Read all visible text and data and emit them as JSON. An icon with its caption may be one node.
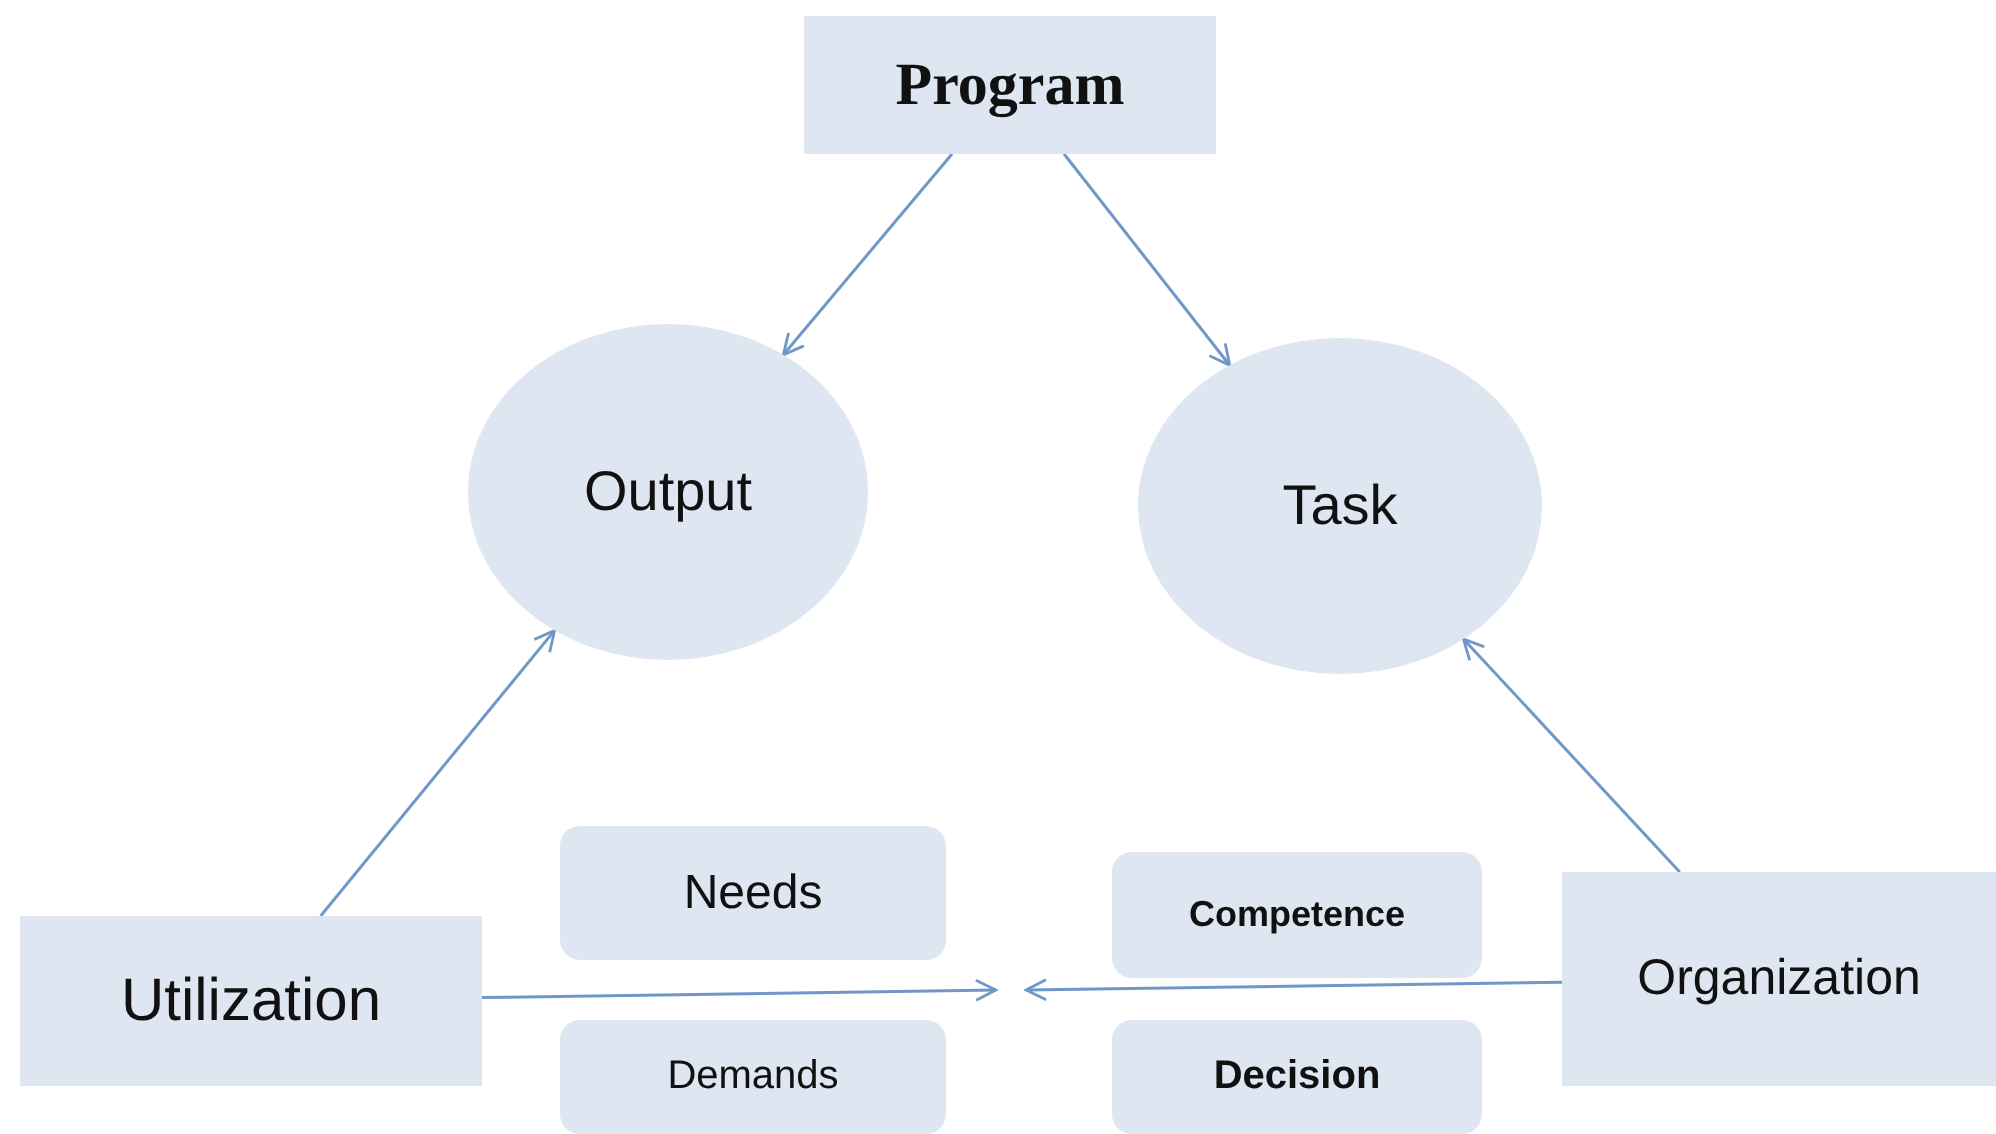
{
  "diagram": {
    "nodes": [
      {
        "text": [
          "Program"
        ]
      },
      {
        "text": [
          "Output"
        ]
      },
      {
        "text": [
          "Task"
        ]
      },
      {
        "text": [
          "Utilization"
        ]
      },
      {
        "text": [
          "Needs"
        ]
      },
      {
        "text": [
          "Demands"
        ]
      },
      {
        "text": [
          "Competence"
        ]
      },
      {
        "text": [
          "Decision"
        ]
      },
      {
        "text": [
          "Organization"
        ]
      }
    ],
    "edges": [
      {
        "from": 0,
        "to": 1,
        "arrow": "to"
      },
      {
        "from": 0,
        "to": 2,
        "arrow": "to"
      },
      {
        "from": 3,
        "to": 1,
        "arrow": "to"
      },
      {
        "from": 8,
        "to": 2,
        "arrow": "to"
      },
      {
        "from": 3,
        "to": null,
        "arrow": "to"
      },
      {
        "from": 8,
        "to": null,
        "arrow": "to"
      }
    ]
  }
}
